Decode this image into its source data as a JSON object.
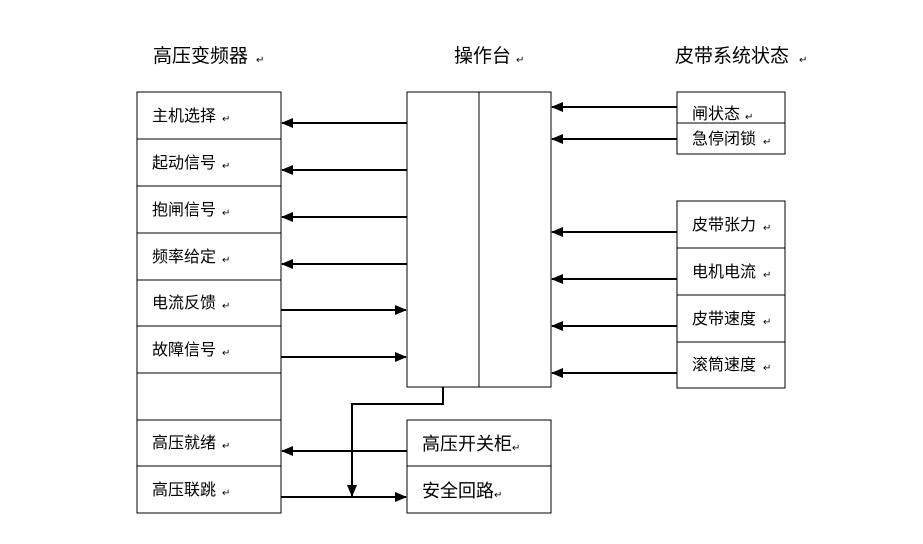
{
  "titles": {
    "inverter": "高压变频器",
    "console": "操作台",
    "belt_status": "皮带系统状态"
  },
  "return_mark": "↵",
  "inverter_items": [
    "主机选择",
    "起动信号",
    "抱闸信号",
    "频率给定",
    "电流反馈",
    "故障信号",
    "",
    "高压就绪",
    "高压联跳"
  ],
  "belt_items_top": [
    "闸状态",
    "急停闭锁"
  ],
  "belt_items_bottom": [
    "皮带张力",
    "电机电流",
    "皮带速度",
    "滚筒速度"
  ],
  "hv_items": [
    "高压开关柜",
    "安全回路"
  ],
  "colors": {
    "line": "#000000",
    "box_fill": "#ffffff",
    "background": "#ffffff"
  }
}
